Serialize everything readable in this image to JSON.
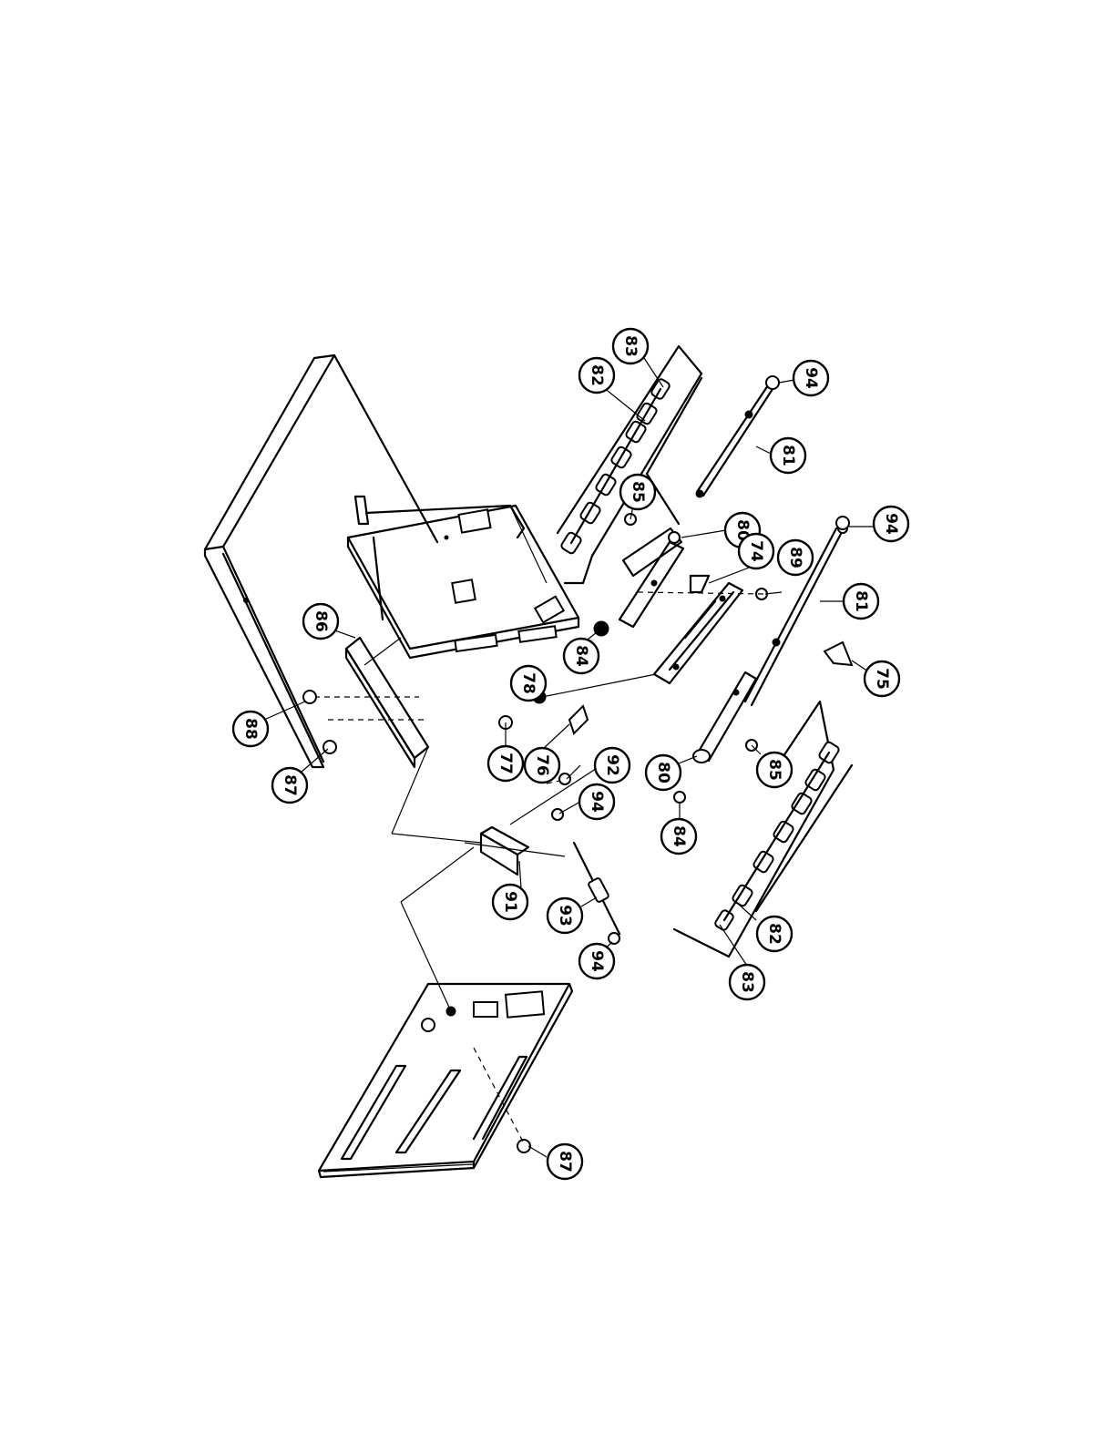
{
  "callouts": [
    {
      "id": "c83a",
      "text": "83"
    },
    {
      "id": "c82a",
      "text": "82"
    },
    {
      "id": "c94a",
      "text": "94"
    },
    {
      "id": "c81a",
      "text": "81"
    },
    {
      "id": "c85a",
      "text": "85"
    },
    {
      "id": "c80a",
      "text": "80"
    },
    {
      "id": "c74",
      "text": "74"
    },
    {
      "id": "c89",
      "text": "89"
    },
    {
      "id": "c94b",
      "text": "94"
    },
    {
      "id": "c81b",
      "text": "81"
    },
    {
      "id": "c75",
      "text": "75"
    },
    {
      "id": "c84a",
      "text": "84"
    },
    {
      "id": "c78",
      "text": "78"
    },
    {
      "id": "c77",
      "text": "77"
    },
    {
      "id": "c76",
      "text": "76"
    },
    {
      "id": "c86",
      "text": "86"
    },
    {
      "id": "c88",
      "text": "88"
    },
    {
      "id": "c87a",
      "text": "87"
    },
    {
      "id": "c92",
      "text": "92"
    },
    {
      "id": "c94c",
      "text": "94"
    },
    {
      "id": "c91",
      "text": "91"
    },
    {
      "id": "c93",
      "text": "93"
    },
    {
      "id": "c94d",
      "text": "94"
    },
    {
      "id": "c80b",
      "text": "80"
    },
    {
      "id": "c84b",
      "text": "84"
    },
    {
      "id": "c85b",
      "text": "85"
    },
    {
      "id": "c82b",
      "text": "82"
    },
    {
      "id": "c83b",
      "text": "83"
    },
    {
      "id": "c87b",
      "text": "87"
    }
  ]
}
